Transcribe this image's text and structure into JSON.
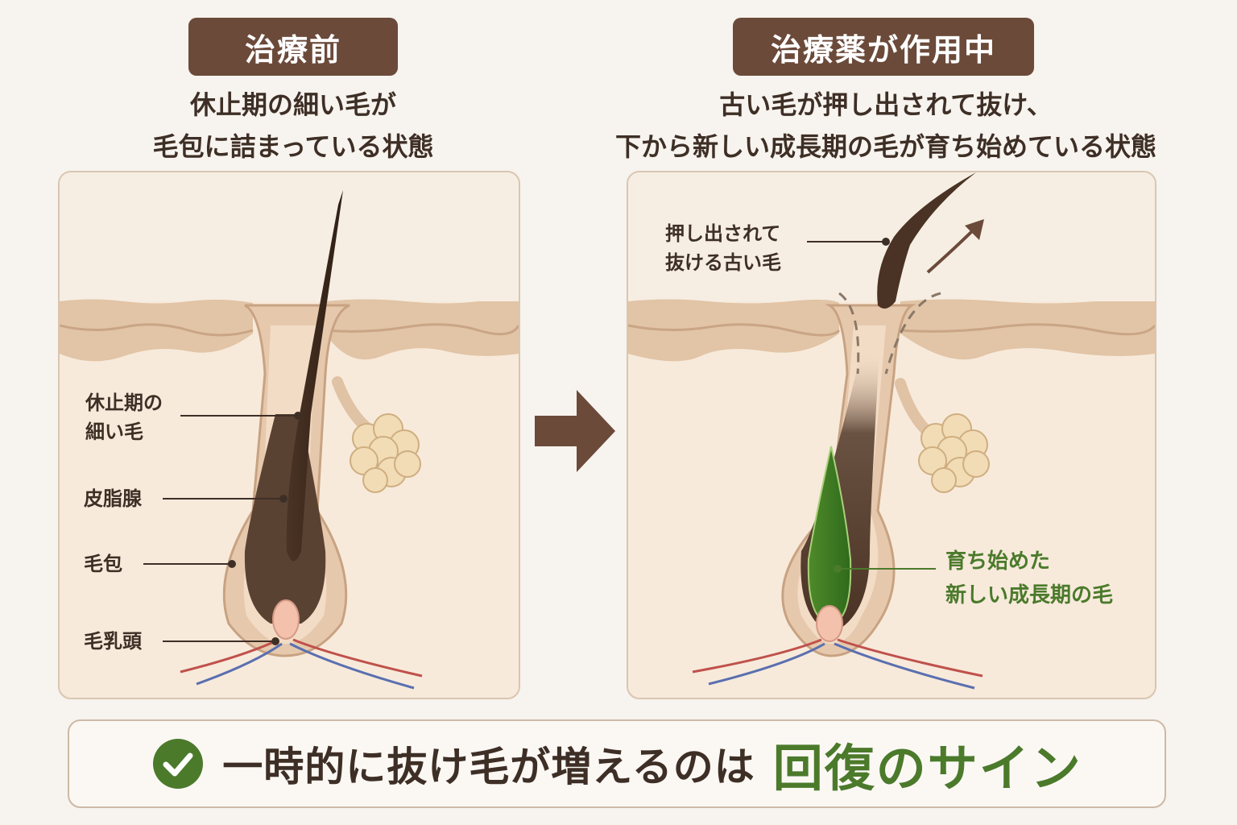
{
  "left": {
    "badge": "治療前",
    "subtitle_lines": [
      "休止期の細い毛が",
      "毛包に詰まっている状態"
    ],
    "labels": {
      "resting_hair": [
        "休止期の",
        "細い毛"
      ],
      "sebaceous_gland": "皮脂腺",
      "follicle": "毛包",
      "dermal_papilla": "毛乳頭"
    }
  },
  "right": {
    "badge": "治療薬が作用中",
    "subtitle_lines": [
      "古い毛が押し出されて抜け、",
      "下から新しい成長期の毛が育ち始めている状態"
    ],
    "labels": {
      "old_hair": [
        "押し出されて",
        "抜ける古い毛"
      ],
      "new_hair": [
        "育ち始めた",
        "新しい成長期の毛"
      ]
    }
  },
  "bottom": {
    "text": "一時的に抜け毛が増えるのは",
    "emphasis": "回復のサイン"
  },
  "icons": {
    "transition": "arrow-right-icon",
    "check": "check-circle-icon"
  },
  "colors": {
    "badge_bg": "#6b4a3a",
    "accent_green": "#4b7a2b",
    "text_dark": "#3e2f26",
    "skin": "#f7eadb"
  }
}
